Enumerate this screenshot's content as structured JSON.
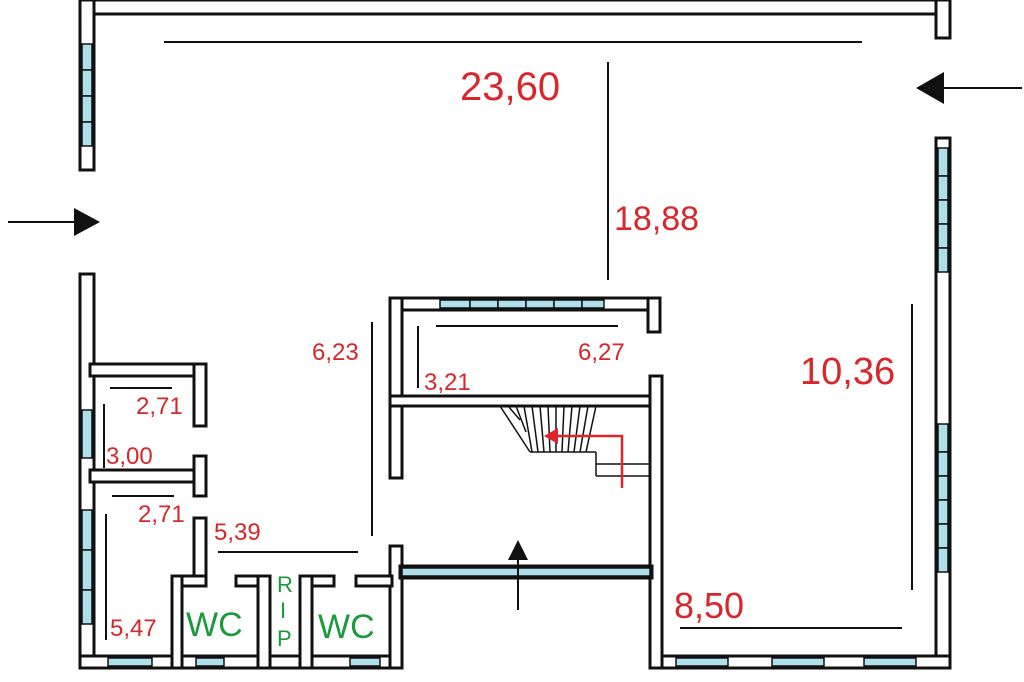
{
  "colors": {
    "dimension_text": "#d9262b",
    "room_label": "#1a9a3a",
    "wall": "#111111",
    "window": "#aee0ec",
    "stair_arrow": "#e0242a"
  },
  "dimensions": {
    "hall_width": "23,60",
    "hall_depth": "18,88",
    "right_depth": "10,36",
    "bottom_right_width": "8,50",
    "corridor_height": "6,23",
    "upper_room_width": "6,27",
    "upper_room_height": "3,21",
    "small_room1_width": "2,71",
    "small_room1_height": "3,00",
    "small_room2_width": "2,71",
    "small_room2_height": "5,47",
    "wc_block_width": "5,39"
  },
  "rooms": {
    "wc_left": "WC",
    "wc_right": "WC",
    "rip_letters": [
      "R",
      "I",
      "P"
    ]
  },
  "icons": {
    "entrance_left": "arrow-right-icon",
    "entrance_right": "arrow-left-icon",
    "entrance_bottom": "arrow-up-icon",
    "stair_direction": "arrow-left-icon"
  }
}
